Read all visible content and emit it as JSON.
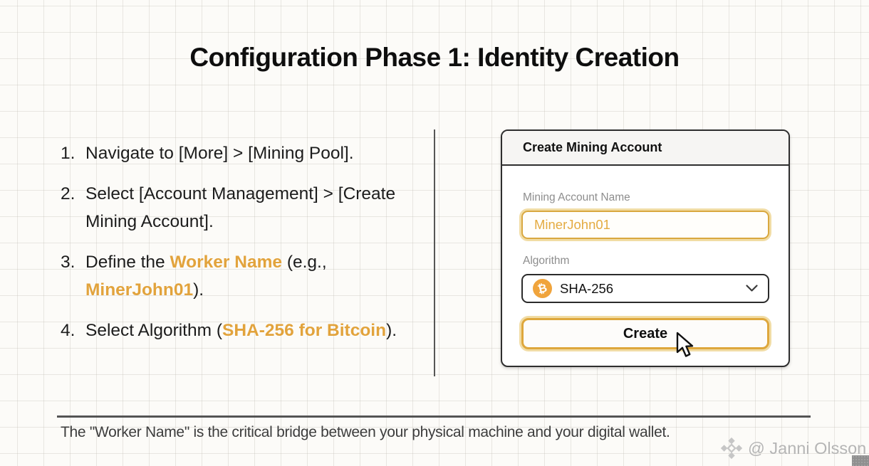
{
  "title": "Configuration Phase 1: Identity Creation",
  "steps": [
    {
      "num": "1.",
      "parts": [
        {
          "text": "Navigate to [More] > [Mining Pool]."
        }
      ]
    },
    {
      "num": "2.",
      "parts": [
        {
          "text": "Select [Account Management] > [Create Mining Account]."
        }
      ]
    },
    {
      "num": "3.",
      "parts": [
        {
          "text": "Define the "
        },
        {
          "text": "Worker Name",
          "highlight": true
        },
        {
          "text": " (e.g., "
        },
        {
          "text": "MinerJohn01",
          "highlight": true
        },
        {
          "text": ")."
        }
      ]
    },
    {
      "num": "4.",
      "parts": [
        {
          "text": "Select Algorithm ("
        },
        {
          "text": "SHA-256 for Bitcoin",
          "highlight": true
        },
        {
          "text": ")."
        }
      ]
    }
  ],
  "dialog": {
    "title": "Create Mining Account",
    "account_name_label": "Mining Account Name",
    "account_name_value": "MinerJohn01",
    "algorithm_label": "Algorithm",
    "algorithm_value": "SHA-256",
    "bitcoin_symbol": "฿",
    "create_button_label": "Create"
  },
  "footer": {
    "note": "The \"Worker Name\" is the critical bridge between your physical machine and your digital wallet."
  },
  "watermark": {
    "text": "@ Janni Olsson"
  },
  "colors": {
    "accent_gold": "#e2a33c",
    "input_border": "#d9a83f",
    "input_glow": "#f1dca4",
    "bitcoin_orange": "#f0a43c",
    "dialog_border": "#2e2e2e",
    "muted_label": "#8d8d8d",
    "watermark_gray": "#b5b5b5"
  }
}
